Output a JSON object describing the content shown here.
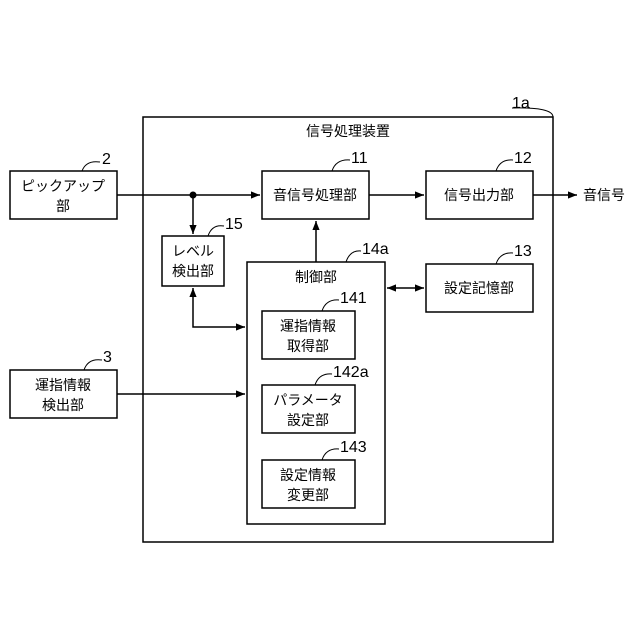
{
  "diagram": {
    "outer_label": "1a",
    "outer_title": "信号処理装置",
    "pickup": {
      "ref": "2",
      "line1": "ピックアップ",
      "line2": "部"
    },
    "operation_detector": {
      "ref": "3",
      "line1": "運指情報",
      "line2": "検出部"
    },
    "sound_processor": {
      "ref": "11",
      "label": "音信号処理部"
    },
    "signal_output": {
      "ref": "12",
      "label": "信号出力部"
    },
    "output_label": "音信号",
    "settings_storage": {
      "ref": "13",
      "label": "設定記憶部"
    },
    "level_detector": {
      "ref": "15",
      "line1": "レベル",
      "line2": "検出部"
    },
    "controller": {
      "ref": "14a",
      "label": "制御部"
    },
    "fingering_acquirer": {
      "ref": "141",
      "line1": "運指情報",
      "line2": "取得部"
    },
    "parameter_setter": {
      "ref": "142a",
      "line1": "パラメータ",
      "line2": "設定部"
    },
    "setting_changer": {
      "ref": "143",
      "line1": "設定情報",
      "line2": "変更部"
    }
  }
}
